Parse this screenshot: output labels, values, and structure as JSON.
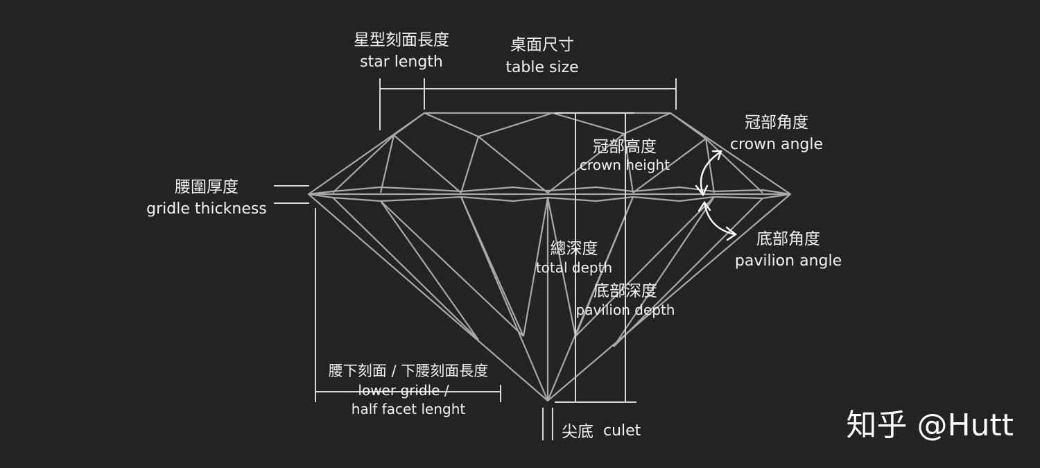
{
  "labels": {
    "star_length": {
      "zh": "星型刻面長度",
      "en": "star length"
    },
    "table_size": {
      "zh": "桌面尺寸",
      "en": "table size"
    },
    "crown_angle": {
      "zh": "冠部角度",
      "en": "crown angle"
    },
    "crown_height": {
      "zh": "冠部高度",
      "en": "crown height"
    },
    "girdle_thickness": {
      "zh": "腰圍厚度",
      "en": "gridle thickness"
    },
    "total_depth": {
      "zh": "總深度",
      "en": "total depth"
    },
    "pavilion_angle": {
      "zh": "底部角度",
      "en": "pavilion angle"
    },
    "pavilion_depth": {
      "zh": "底部深度",
      "en": "pavilion depth"
    },
    "lower_girdle": {
      "zh": "腰下刻面 / 下腰刻面長度",
      "en_line1": "lower gridle /",
      "en_line2": "half facet lenght"
    },
    "culet": {
      "zh": "尖底",
      "en": "culet"
    }
  },
  "watermark": "知乎 @Hutt"
}
